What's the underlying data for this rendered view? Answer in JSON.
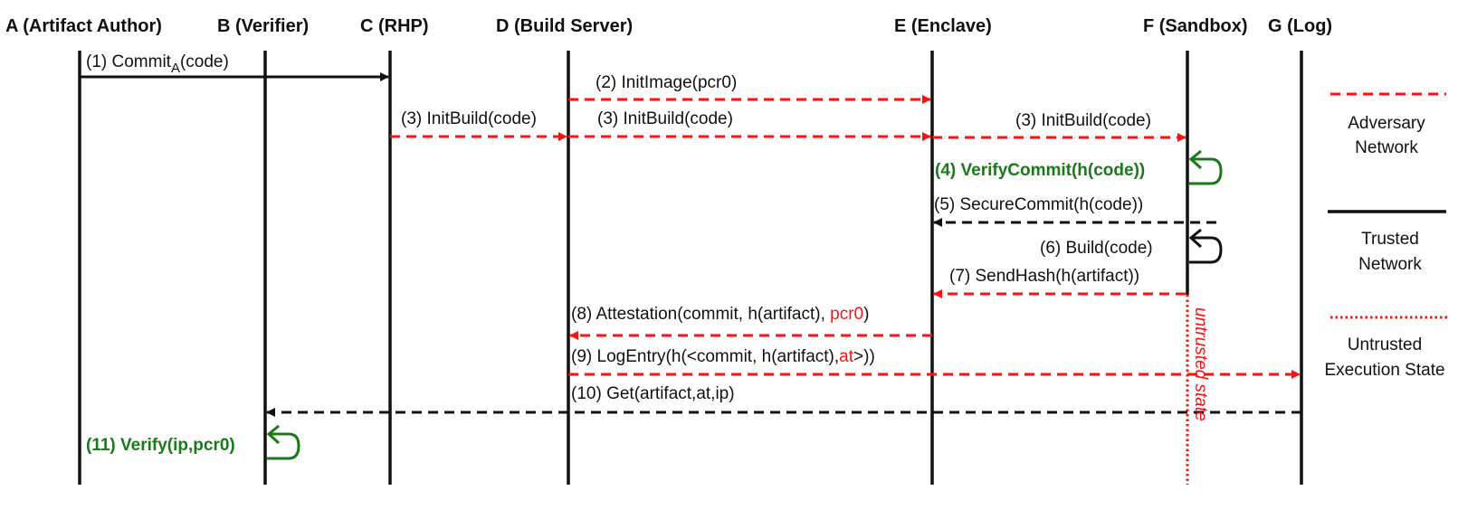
{
  "participants": {
    "a": "A (Artifact Author)",
    "b": "B (Verifier)",
    "c": "C (RHP)",
    "d": "D (Build Server)",
    "e": "E (Enclave)",
    "f": "F (Sandbox)",
    "g": "G (Log)"
  },
  "messages": {
    "m1": {
      "pre": "(1) Commit",
      "sub": "A",
      "post": "(code)"
    },
    "m2": "(2) InitImage(pcr0)",
    "m3a": "(3) InitBuild(code)",
    "m3b": "(3) InitBuild(code)",
    "m3c": "(3) InitBuild(code)",
    "m4": "(4) VerifyCommit(h(code))",
    "m5": "(5) SecureCommit(h(code))",
    "m6": "(6) Build(code)",
    "m7": "(7) SendHash(h(artifact))",
    "m8": {
      "pre": "(8) Attestation(commit, h(artifact), ",
      "hl": "pcr0",
      "post": ")"
    },
    "m9": {
      "pre": "(9) LogEntry(h(<commit, h(artifact),",
      "hl": "at",
      "post": ">))"
    },
    "m10": "(10) Get(artifact,at,ip)",
    "m11": "(11) Verify(ip,pcr0)"
  },
  "untrusted_label": "untrusted state",
  "legend": {
    "adversary": [
      "Adversary",
      "Network"
    ],
    "trusted": [
      "Trusted",
      "Network"
    ],
    "untrusted": [
      "Untrusted",
      "Execution State"
    ]
  },
  "colors": {
    "adversary": "#ff1111",
    "trusted": "#111111",
    "highlight_green": "#1a7a1a"
  }
}
